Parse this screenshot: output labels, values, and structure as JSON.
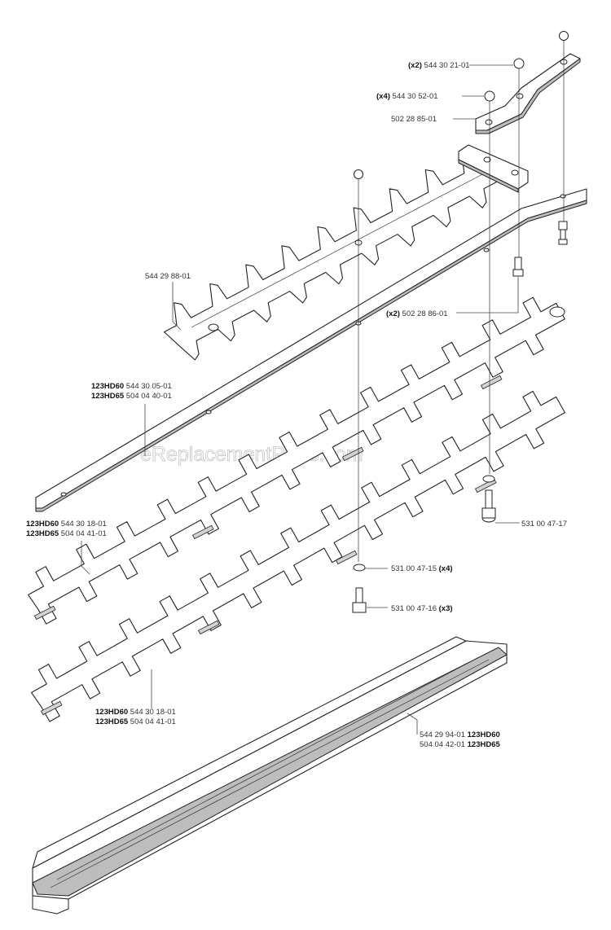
{
  "watermark": "eReplacementParts.com",
  "callouts": [
    {
      "id": "bolt-x2-top",
      "qty": "(x2)",
      "number": "544 30 21-01"
    },
    {
      "id": "washer-x4",
      "qty": "(x4)",
      "number": "544 30 52-01"
    },
    {
      "id": "bracket",
      "number": "502 28 85-01"
    },
    {
      "id": "cutter-guard",
      "number": "544 29 88-01"
    },
    {
      "id": "spacer-x2",
      "qty": "(x2)",
      "number": "502 28 86-01"
    },
    {
      "id": "bar",
      "rows": [
        {
          "model": "123HD60",
          "number": "544 30 05-01"
        },
        {
          "model": "123HD65",
          "number": "504 04 40-01"
        }
      ]
    },
    {
      "id": "upper-blade",
      "rows": [
        {
          "model": "123HD60",
          "number": "544 30 18-01"
        },
        {
          "model": "123HD65",
          "number": "504 04 41-01"
        }
      ]
    },
    {
      "id": "lower-blade",
      "rows": [
        {
          "model": "123HD60",
          "number": "544 30 18-01"
        },
        {
          "model": "123HD65",
          "number": "504 04 41-01"
        }
      ]
    },
    {
      "id": "screw-right",
      "number": "531 00 47-17"
    },
    {
      "id": "washer-x4-lower",
      "number": "531 00 47-15",
      "qty": "(x4)"
    },
    {
      "id": "screw-x3",
      "number": "531 00 47-16",
      "qty": "(x3)"
    },
    {
      "id": "blade-guard",
      "rows": [
        {
          "number": "544 29 94-01",
          "model": "123HD60"
        },
        {
          "number": "504 04 42-01",
          "model": "123HD65"
        }
      ]
    }
  ]
}
